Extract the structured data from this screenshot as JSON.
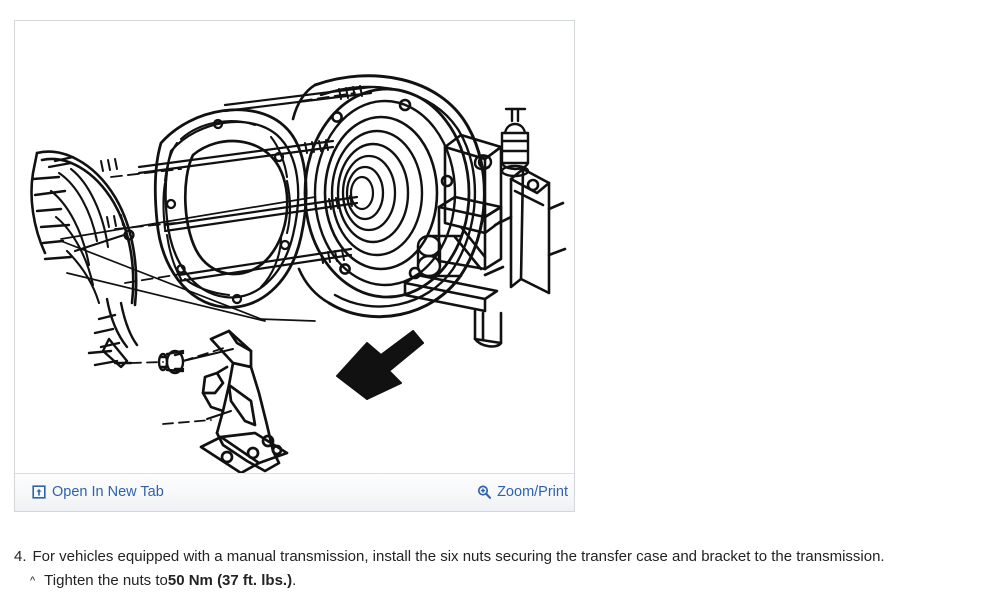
{
  "viewer": {
    "figure": {
      "name": "transfer-case-to-transmission-assembly-diagram",
      "description": "Exploded line drawing of a transfer case mounted to a manual transmission with mounting bracket and nuts",
      "line_color": "#111111",
      "background_color": "#ffffff"
    },
    "toolbar": {
      "open_in_new_tab": {
        "label": "Open In New Tab",
        "icon": "open-in-new-tab-icon"
      },
      "zoom_print": {
        "label": "Zoom/Print",
        "icon": "magnifier-plus-icon"
      },
      "link_color": "#2f62ab"
    },
    "border_color": "#d3d6db"
  },
  "instructions": {
    "step": {
      "number": "4.",
      "text": "For vehicles equipped with a manual transmission, install the six nuts securing the transfer case and bracket to the transmission."
    },
    "substep": {
      "marker": "^",
      "text_before": "Tighten the nuts to ",
      "torque_value": "50 Nm (37 ft. lbs.)",
      "text_after": "."
    }
  }
}
